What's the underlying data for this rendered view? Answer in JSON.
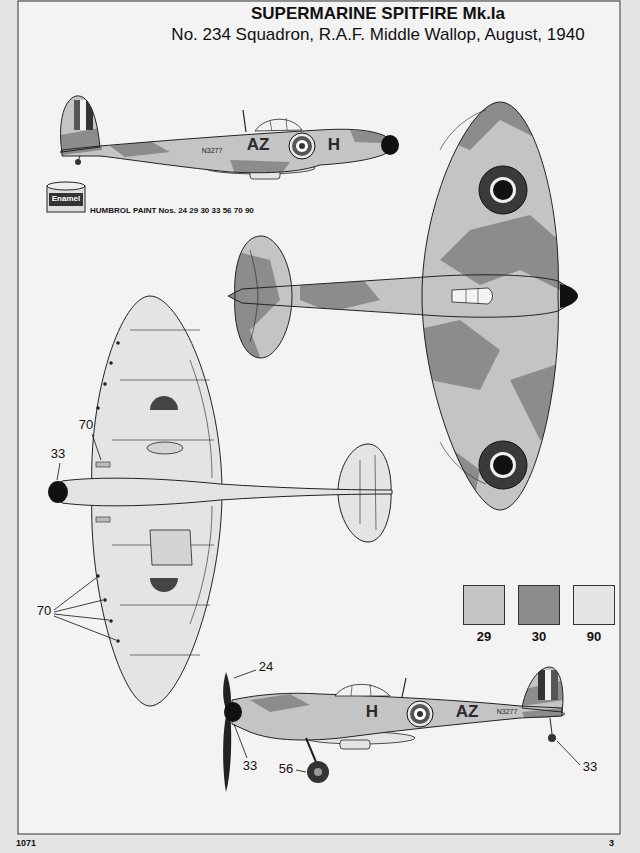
{
  "diagram": {
    "title": "SUPERMARINE SPITFIRE Mk.Ia",
    "labels": [
      "No. 234 Squadron, R.A.F. Middle Wallop, August, 1940",
      "N3277",
      "AZ",
      "H",
      "Enamel",
      "HUMBROL PAINT Nos. 24 29 30 33 56 70 90",
      "70",
      "33",
      "70",
      "24",
      "H",
      "AZ",
      "N3277",
      "33",
      "56",
      "33",
      "1071",
      "3"
    ],
    "legend": [
      {
        "text": "29",
        "color": "#c4c4c4"
      },
      {
        "text": "30",
        "color": "#8c8c8c"
      },
      {
        "text": "90",
        "color": "#e4e4e4"
      }
    ]
  }
}
